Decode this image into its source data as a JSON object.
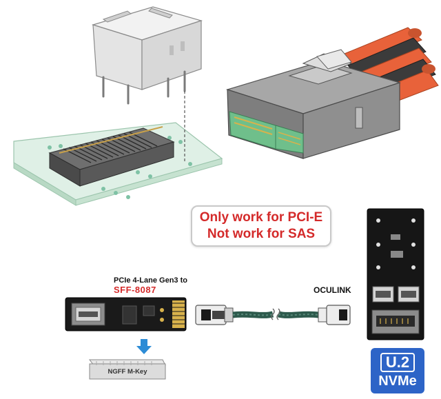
{
  "notice": {
    "line1": "Only work for PCI-E",
    "line2": "Not work for SAS"
  },
  "adapter": {
    "title": "PCIe 4-Lane Gen3 to",
    "subtitle": "SFF-8087",
    "board_label": "NGFF M-Key"
  },
  "cable": {
    "label": "OCULINK"
  },
  "badge": {
    "top": "U.2",
    "bottom": "NVMe",
    "color": "#2d64c7"
  },
  "colors": {
    "alert_text": "#d42a2a",
    "pcb_green": "#cfe8d8",
    "connector_gray": "#8c8c8c",
    "wire_orange": "#e8623a",
    "cable_green": "#2d5a4c",
    "board_black": "#1a1a1a",
    "arrow_blue": "#2d8cd6"
  },
  "icons": {
    "down_arrow": "arrow-down-icon"
  }
}
